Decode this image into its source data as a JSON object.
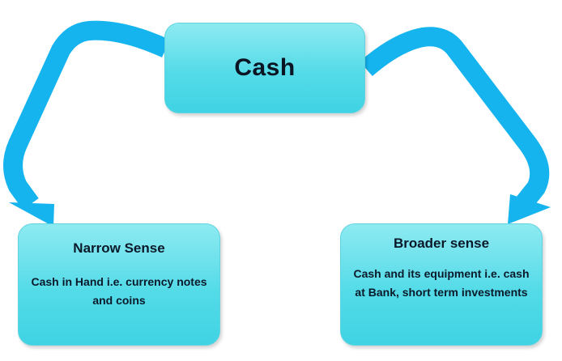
{
  "diagram": {
    "central": {
      "label": "Cash"
    },
    "branches": [
      {
        "title": "Narrow Sense",
        "description": "Cash in Hand i.e. currency notes and coins"
      },
      {
        "title": "Broader sense",
        "description": "Cash and its equipment i.e. cash at Bank, short term investments"
      }
    ],
    "colors": {
      "arrow": "#16b4ef",
      "box_fill": "#4fdbe8",
      "box_border": "#5fd3e0",
      "text": "#0b1a2a"
    }
  }
}
